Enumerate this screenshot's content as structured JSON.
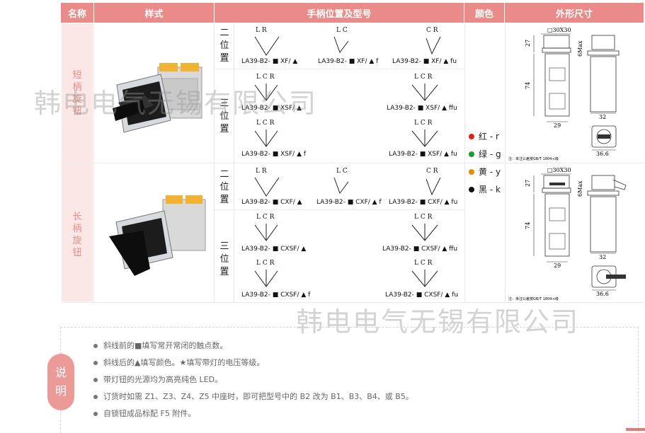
{
  "header": {
    "name": "名称",
    "style": "样式",
    "handle_position_model": "手柄位置及型号",
    "color": "颜色",
    "dimensions": "外形尺寸"
  },
  "products": [
    {
      "name_chars": [
        "短",
        "柄",
        "旋",
        "钮"
      ]
    },
    {
      "name_chars": [
        "长",
        "柄",
        "旋",
        "钮"
      ]
    }
  ],
  "positions": {
    "two": [
      "二",
      "位",
      "置"
    ],
    "three": [
      "三",
      "位",
      "置"
    ]
  },
  "short": {
    "two": [
      {
        "labels": "L   R",
        "model": "LA39-B2- ■ XF/ ▲"
      },
      {
        "labels": "L C",
        "model": "LA39-B2- ■ XF/ ▲ f"
      },
      {
        "labels": "C R",
        "model": "LA39-B2- ■ XF/ ▲ fu"
      }
    ],
    "three": [
      {
        "labels": "L  C  R",
        "model": "LA39-B2- ■ XSF/ ▲"
      },
      {
        "labels": "L  C  R",
        "model": "LA39-B2- ■ XSF/ ▲ ffu"
      },
      {
        "labels": "L  C  R",
        "model": "LA39-B2- ■ XSF/ ▲ f"
      },
      {
        "labels": "L  C  R",
        "model": "LA39-B2- ■ XSF/ ▲ fu"
      }
    ]
  },
  "long": {
    "two": [
      {
        "labels": "L   R",
        "model": "LA39-B2- ■ CXF/ ▲"
      },
      {
        "labels": "L C",
        "model": "LA39-B2- ■ CXF/ ▲ f"
      },
      {
        "labels": "C R",
        "model": "LA39-B2- ■ CXF/ ▲ fu"
      }
    ],
    "three": [
      {
        "labels": "L  C  R",
        "model": "LA39-B2- ■ CXSF/ ▲"
      },
      {
        "labels": "L  C  R",
        "model": "LA39-B2- ■ CXSF/ ▲ ffu"
      },
      {
        "labels": "L  C  R",
        "model": "LA39-B2- ■ CXSF/ ▲ f"
      },
      {
        "labels": "L  C  R",
        "model": "LA39-B2- ■ CXSF/ ▲ fu"
      }
    ]
  },
  "colors": [
    {
      "label": "红 - r",
      "hex": "#e0201b"
    },
    {
      "label": "绿 - g",
      "hex": "#1f9a3b"
    },
    {
      "label": "黄 - y",
      "hex": "#f08a00"
    },
    {
      "label": "黑 - k",
      "hex": "#111111"
    }
  ],
  "dims": {
    "top_label": "□30X30",
    "h27": "27",
    "max": "6Max",
    "h74": "74",
    "w32": "32",
    "w29": "29",
    "w36": "36.6",
    "note": "注：未注公差按GB/T 1804-c级"
  },
  "watermark": "韩电电气无锡有限公司",
  "explain": [
    "说",
    "明"
  ],
  "notes": [
    "斜线前的■填写常开常闭的触点数。",
    "斜线后的▲填写颜色。★填写带灯的电压等级。",
    "带灯钮的光源均为高亮纯色 LED。",
    "订货时如需 Z1、Z3、Z4、Z5 中座时，即可把型号中的 B2 改为 B1、B3、B4、或 B5。",
    "自锁钮成品标配 F5 附件。"
  ]
}
